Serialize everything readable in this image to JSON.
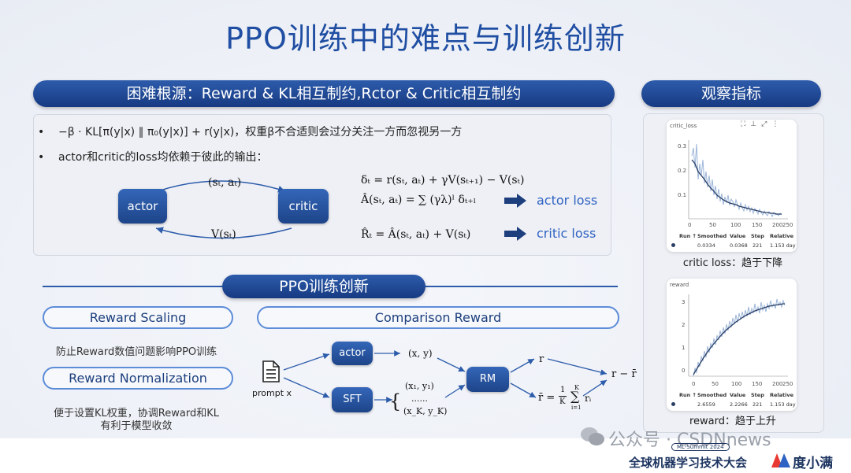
{
  "title": "PPO训练中的难点与训练创新",
  "top_section": {
    "header": "困难根源：Reward & KL相互制约,Rctor & Critic相互制约",
    "bullet1": "−β · KL[π(y|x) ∥ π₀(y|x)] + r(y|x)，权重β不合适则会过分关注一方而忽视另一方",
    "bullet2": "actor和critic的loss均依赖于彼此的输出：",
    "bullet_dot": "•",
    "cycle": {
      "actor": "actor",
      "critic": "critic",
      "top_label": "(sₜ, aₜ)",
      "bottom_label": "V(sₜ)"
    },
    "eq1": "δₜ = r(sₜ, aₜ) + γV(sₜ₊₁) − V(sₜ)",
    "eq2": "Â(sₜ, aₜ) = ∑ (γλ)ˡ δₜ₊ₗ",
    "eq3": "R̂ₜ = Â(sₜ, aₜ) + V(sₜ)",
    "actor_loss": "actor loss",
    "critic_loss": "critic loss"
  },
  "innovation": {
    "header": "PPO训练创新",
    "reward_scaling": "Reward Scaling",
    "reward_scaling_note": "防止Reward数值问题影响PPO训练",
    "reward_norm": "Reward Normalization",
    "reward_norm_note_1": "便于设置KL权重，协调Reward和KL",
    "reward_norm_note_2": "有利于模型收敛",
    "comparison": "Comparison Reward",
    "prompt": "prompt x",
    "actor": "actor",
    "sft": "SFT",
    "rm": "RM",
    "xy": "(x, y)",
    "set_1": "(x₁, y₁)",
    "set_dots": "......",
    "set_k": "(x_K, y_K)",
    "brace": "{",
    "r": "r",
    "rbar": "r̄ = (1/K) ∑ rᵢ",
    "rbar_lhs": "r̄ =",
    "frac_num": "1",
    "frac_den": "K",
    "sum_top": "K",
    "sum_sym": "∑",
    "sum_bottom": "i=1",
    "sum_term": "rᵢ",
    "result": "r − r̄"
  },
  "metrics": {
    "header": "观察指标",
    "chart1": {
      "name": "critic_loss",
      "yticks": [
        "0.3",
        "0.2",
        "0.1"
      ],
      "xticks": [
        "0",
        "50",
        "100",
        "150",
        "200",
        "250"
      ],
      "cols": [
        "Run ↑",
        "Smoothed",
        "Value",
        "Step",
        "Relative"
      ],
      "row": [
        "",
        "0.0334",
        "0.0368",
        "221",
        "1.153 day"
      ],
      "caption": "critic loss：趋于下降"
    },
    "chart2": {
      "name": "reward",
      "yticks": [
        "3",
        "2",
        "1",
        "0"
      ],
      "xticks": [
        "0",
        "50",
        "100",
        "150",
        "200",
        "250"
      ],
      "cols": [
        "Run ↑",
        "Smoothed",
        "Value",
        "Step",
        "Relative"
      ],
      "row": [
        "",
        "2.6559",
        "2.2266",
        "221",
        "1.153 day"
      ],
      "caption": "reward：趋于上升"
    }
  },
  "footer": {
    "watermark": "公众号 · CSDNnews",
    "summit_badge": "ML-Summit 2024",
    "summit": "全球机器学习技术大会",
    "brand": "度小满"
  },
  "colors": {
    "primary": "#1f4ea3",
    "pill": "#173a82",
    "accent": "#2f63c3"
  }
}
